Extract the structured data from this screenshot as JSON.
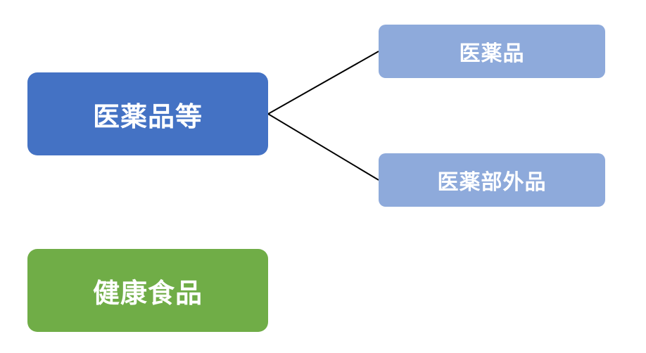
{
  "diagram": {
    "root": {
      "label": "医薬品等",
      "color": "#4472c4"
    },
    "children": [
      {
        "label": "医薬品",
        "color": "#8eaadb"
      },
      {
        "label": "医薬部外品",
        "color": "#8eaadb"
      }
    ],
    "standalone": {
      "label": "健康食品",
      "color": "#70ad47"
    },
    "connector_color": "#000000"
  }
}
